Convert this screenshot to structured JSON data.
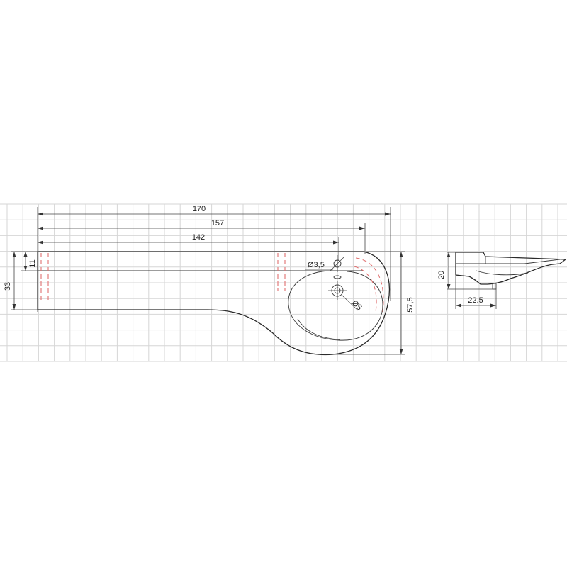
{
  "dimensions": {
    "total_length": "170",
    "length_157": "157",
    "length_142": "142",
    "overall_depth": "33",
    "top_thickness": "11",
    "basin_depth": "57,5",
    "tap_hole": "Ø3,5",
    "drain_hole": "Ø5",
    "side_height": "20",
    "side_width": "22.5"
  },
  "colors": {
    "grid": "#d6d6d6",
    "outline": "#2b2b2b",
    "hidden_lines": "#e07070"
  }
}
